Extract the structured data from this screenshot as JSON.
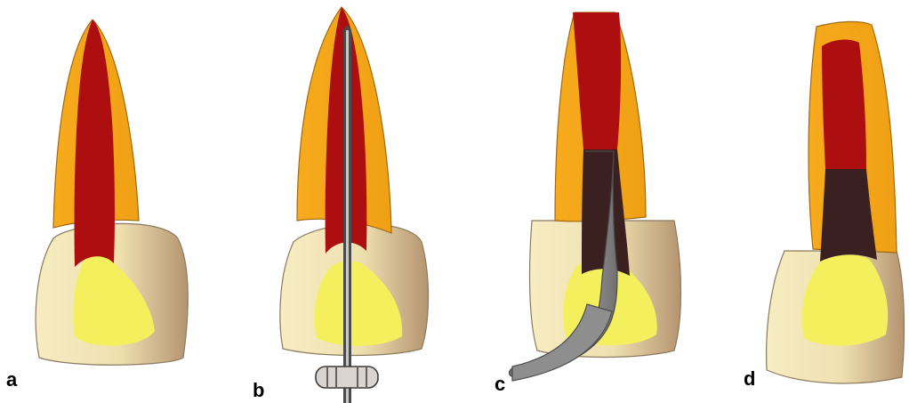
{
  "figure": {
    "panels": [
      {
        "id": "a",
        "label": "a"
      },
      {
        "id": "b",
        "label": "b"
      },
      {
        "id": "c",
        "label": "c"
      },
      {
        "id": "d",
        "label": "d"
      }
    ]
  },
  "colors": {
    "root_dentin": "#f4a61a",
    "pulp": "#ad0f10",
    "crown_enamel": "#f0e1b1",
    "crown_shadow": "#b89b74",
    "pulp_horn_yellow": "#f4f05a",
    "gutta_percha": "#3a2020",
    "instrument_gray": "#9a9a9a",
    "instrument_dark": "#5a5a5a"
  }
}
